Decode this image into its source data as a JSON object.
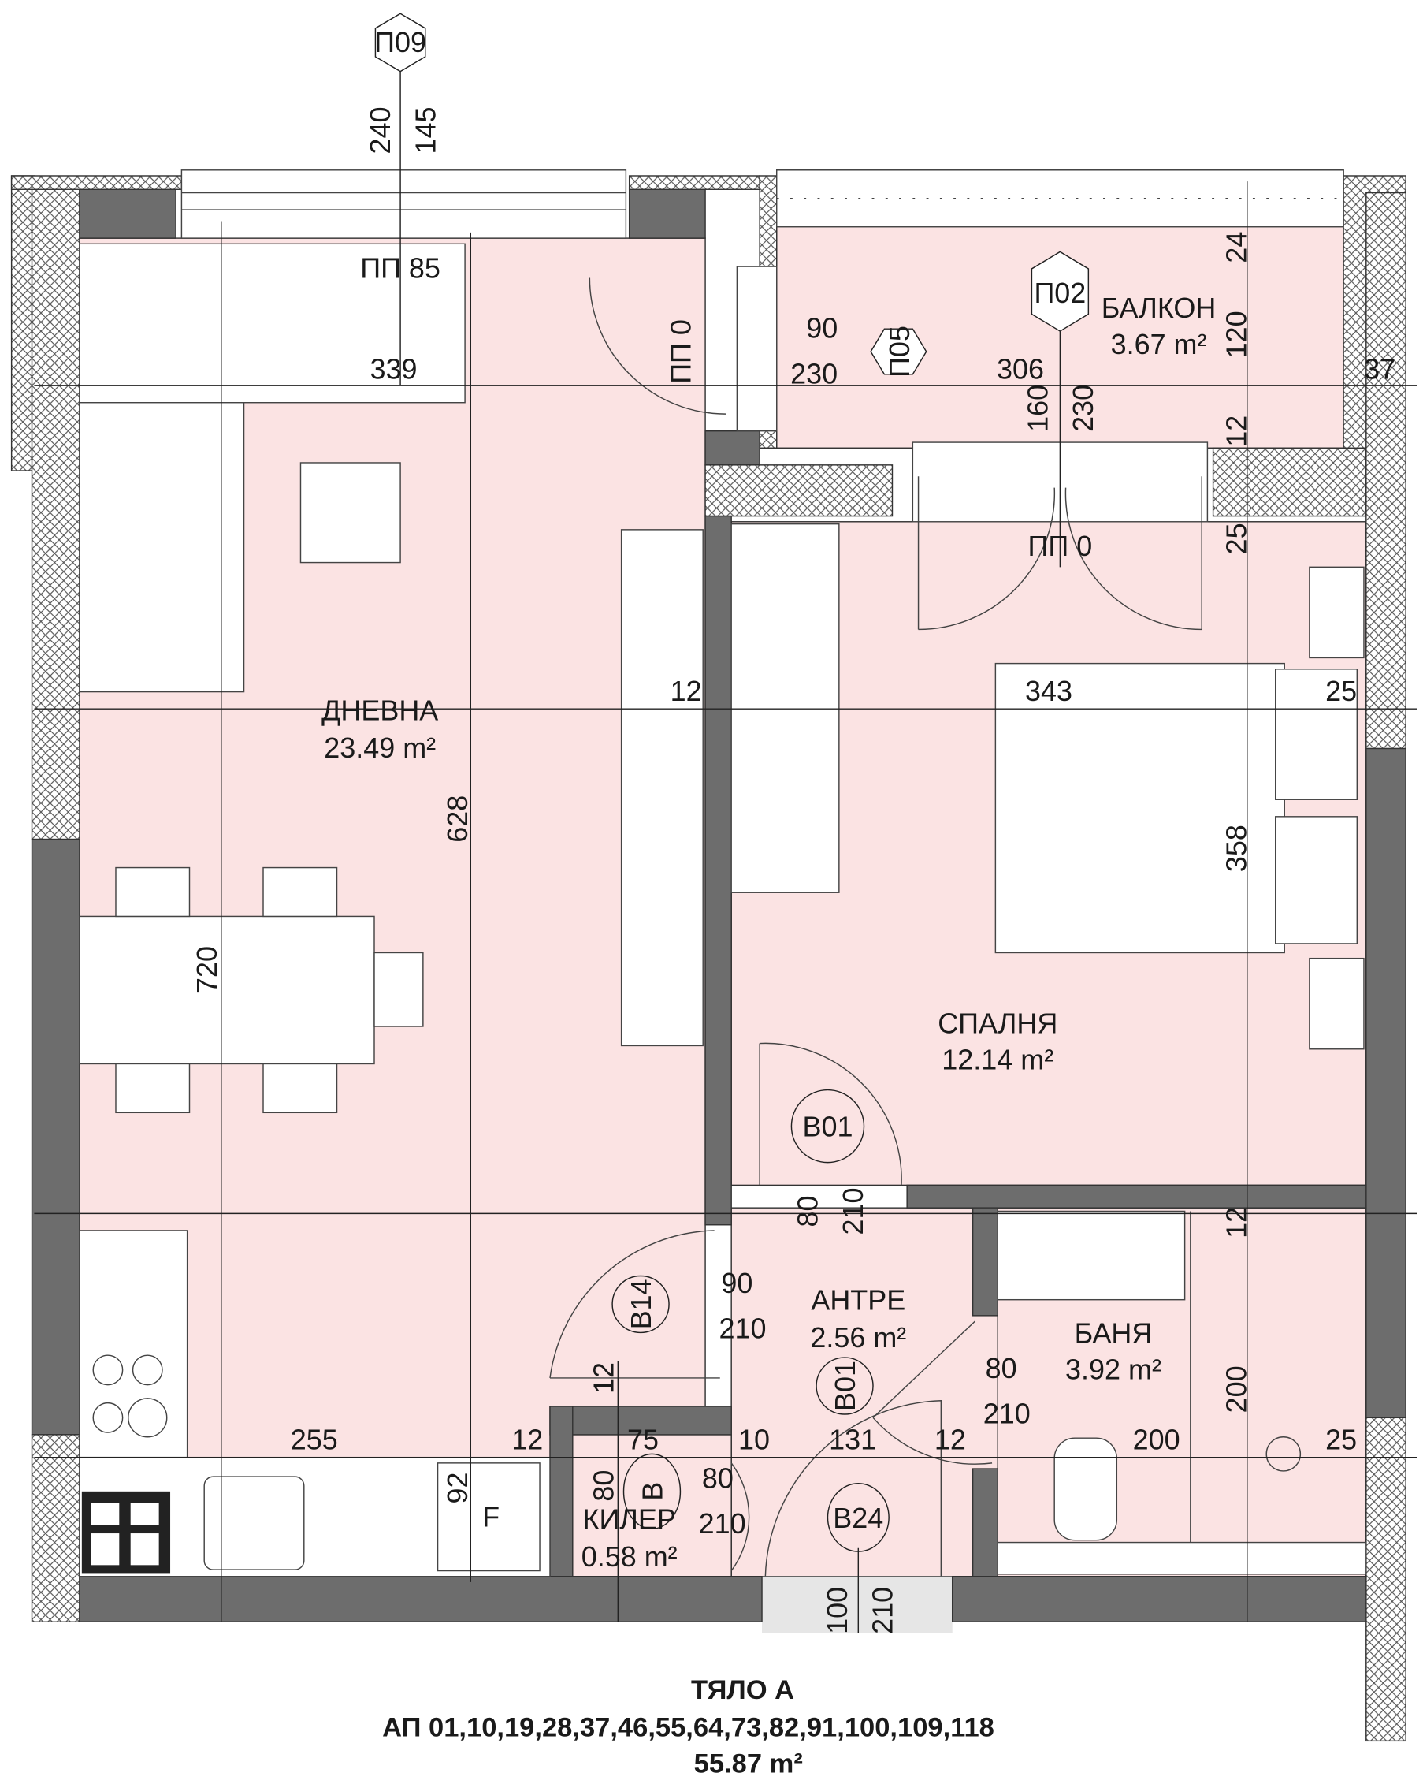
{
  "rooms": {
    "living": {
      "name": "ДНЕВНА",
      "area": "23.49 m²"
    },
    "bedroom": {
      "name": "СПАЛНЯ",
      "area": "12.14 m²"
    },
    "balcony": {
      "name": "БАЛКОН",
      "area": "3.67 m²"
    },
    "hall": {
      "name": "АНТРЕ",
      "area": "2.56 m²"
    },
    "bath": {
      "name": "БАНЯ",
      "area": "3.92 m²"
    },
    "storage": {
      "name": "КИЛЕР",
      "area": "0.58 m²"
    }
  },
  "tags": {
    "p09": "П09",
    "p02": "П02",
    "p05": "П05",
    "b01_bedroom": "B01",
    "b14": "B14",
    "b01_bath": "B01",
    "b_storage": "B",
    "b24": "B24",
    "fridge": "F"
  },
  "openings": {
    "pp85": "ПП 85",
    "pp0_left": "ПП 0",
    "pp0_bedroom": "ПП 0"
  },
  "dims": {
    "d240": "240",
    "d145": "145",
    "d339": "339",
    "d90a": "90",
    "d230a": "230",
    "d306": "306",
    "d24": "24",
    "d120": "120",
    "d37": "37",
    "d160": "160",
    "d230b": "230",
    "d12a": "12",
    "d25a": "25",
    "d628": "628",
    "d720": "720",
    "d12b": "12",
    "d343": "343",
    "d25b": "25",
    "d358": "358",
    "d80a": "80",
    "d210a": "210",
    "d12c": "12",
    "d90b": "90",
    "d210b": "210",
    "d80b": "80",
    "d210c": "210",
    "d200v": "200",
    "d12d": "12",
    "d255": "255",
    "d12e": "12",
    "d75": "75",
    "d10": "10",
    "d131": "131",
    "d12f": "12",
    "d200h": "200",
    "d25c": "25",
    "d92": "92",
    "d80c": "80",
    "d80d": "80",
    "d210d": "210",
    "d100": "100",
    "d210e": "210"
  },
  "footer": {
    "building": "ТЯЛО А",
    "apartments": "АП 01,10,19,28,37,46,55,64,73,82,91,100,109,118",
    "total_area": "55.87 m²"
  },
  "colors": {
    "room_fill": "#fbe3e3",
    "wall": "#6d6d6d"
  }
}
